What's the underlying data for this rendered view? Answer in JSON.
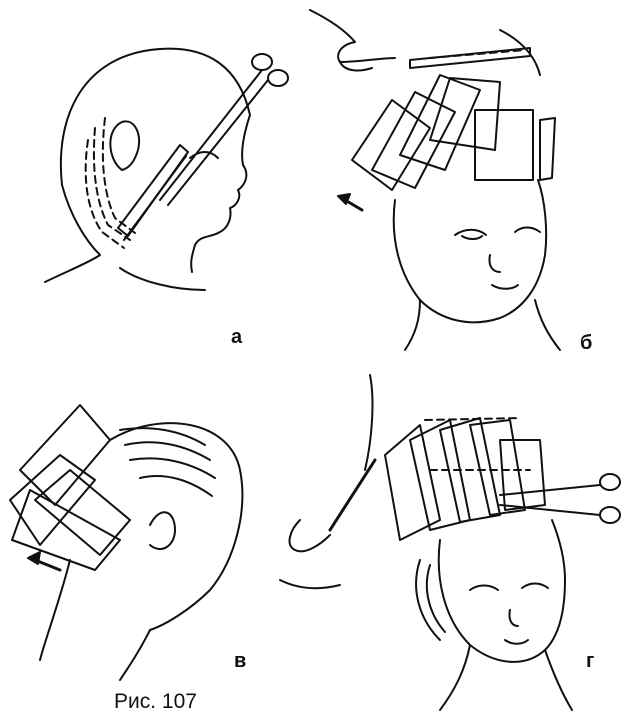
{
  "figure": {
    "caption": "Рис. 107",
    "panels": [
      {
        "label": "а"
      },
      {
        "label": "б"
      },
      {
        "label": "в"
      },
      {
        "label": "г"
      }
    ]
  }
}
